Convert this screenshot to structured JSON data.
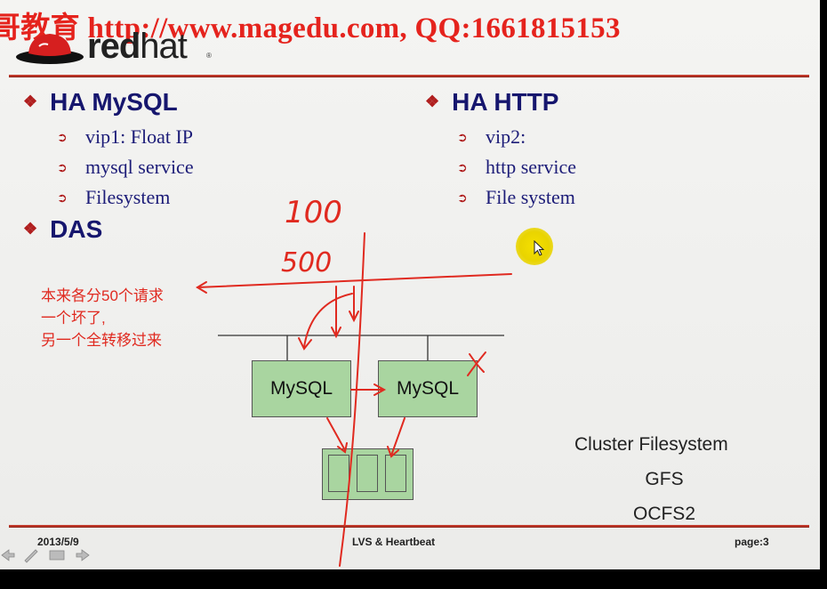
{
  "header": {
    "watermark": "哥教育 http://www.magedu.com, QQ:1661815153",
    "logo_red": "red",
    "logo_hat": "hat",
    "logo_tm": "®"
  },
  "left_section": {
    "title": "HA MySQL",
    "items": [
      "vip1: Float IP",
      "mysql service",
      "Filesystem"
    ]
  },
  "right_section": {
    "title": "HA HTTP",
    "items": [
      "vip2:",
      "http service",
      "File system"
    ]
  },
  "das_title": "DAS",
  "bullet_glyph": "❖",
  "arrow_glyph": "➲",
  "annotation_note": "本来各分50个请求\n一个坏了,\n另一个全转移过来",
  "handwriting": {
    "top": "100",
    "bottom": "500"
  },
  "diagram": {
    "node_left": "MySQL",
    "node_right": "MySQL"
  },
  "cluster_fs": {
    "title": "Cluster Filesystem",
    "items": [
      "GFS",
      "OCFS2"
    ]
  },
  "footer": {
    "date": "2013/5/9",
    "title": "LVS & Heartbeat",
    "page_label": "page:",
    "page_number": "3"
  },
  "colors": {
    "accent_red": "#c0392b",
    "title_navy": "#16166e",
    "box_green": "#a9d5a0",
    "ink_red": "#e02a20",
    "pointer_yellow": "#f5e000"
  },
  "icons": [
    "redhat-logo-icon",
    "diamond-bullet-icon",
    "arrow-bullet-icon",
    "mouse-cursor-icon",
    "prev-slide-icon",
    "pen-icon",
    "menu-icon",
    "next-slide-icon"
  ]
}
